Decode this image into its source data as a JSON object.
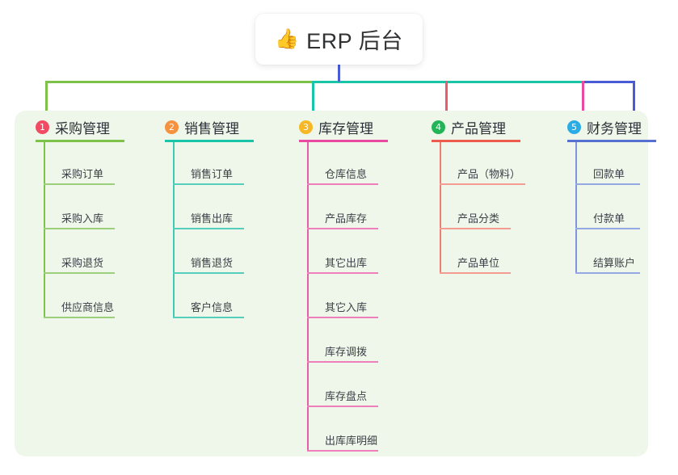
{
  "title": {
    "emoji": "👍",
    "emoji_name": "thumbs-up-icon",
    "text": "ERP 后台"
  },
  "colors": {
    "panel_bg": "#eef7e9",
    "card_bg": "#ffffff",
    "stem": "#4b5bd6",
    "bar_green": "#7ec24a",
    "bar_teal": "#19c5a8",
    "bar_blue": "#4b5bd6"
  },
  "columns": [
    {
      "index": "1",
      "badge_color": "#f24a63",
      "label": "采购管理",
      "rule_color": "#7ec24a",
      "spine_color": "#7ec24a",
      "item_rule_color": "#9ccf7a",
      "rule_width": 110,
      "item_rule_width": 88,
      "items": [
        {
          "label": "采购订单"
        },
        {
          "label": "采购入库"
        },
        {
          "label": "采购退货"
        },
        {
          "label": "供应商信息"
        }
      ]
    },
    {
      "index": "2",
      "badge_color": "#f6913d",
      "label": "销售管理",
      "rule_color": "#19c5a8",
      "spine_color": "#3ecbb4",
      "item_rule_color": "#55cfbc",
      "rule_width": 110,
      "item_rule_width": 88,
      "items": [
        {
          "label": "销售订单"
        },
        {
          "label": "销售出库"
        },
        {
          "label": "销售退货"
        },
        {
          "label": "客户信息"
        }
      ]
    },
    {
      "index": "3",
      "badge_color": "#f6b824",
      "label": "库存管理",
      "rule_color": "#ea4ba0",
      "spine_color": "#e55fa6",
      "item_rule_color": "#ef7fbb",
      "rule_width": 110,
      "item_rule_width": 88,
      "items": [
        {
          "label": "仓库信息"
        },
        {
          "label": "产品库存"
        },
        {
          "label": "其它出库"
        },
        {
          "label": "其它入库"
        },
        {
          "label": "库存调拨"
        },
        {
          "label": "库存盘点"
        },
        {
          "label": "出库库明细"
        }
      ]
    },
    {
      "index": "4",
      "badge_color": "#22b457",
      "label": "产品管理",
      "rule_color": "#ed5a4e",
      "spine_color": "#ef7d71",
      "item_rule_color": "#f49b92",
      "rule_width": 110,
      "item_rule_width": 106,
      "items": [
        {
          "label": "产品（物料）",
          "rule_width": 106
        },
        {
          "label": "产品分类",
          "rule_width": 88
        },
        {
          "label": "产品单位",
          "rule_width": 88
        }
      ]
    },
    {
      "index": "5",
      "badge_color": "#2aace4",
      "label": "财务管理",
      "rule_color": "#5570d0",
      "spine_color": "#7f96de",
      "item_rule_color": "#94a8e4",
      "rule_width": 110,
      "item_rule_width": 80,
      "items": [
        {
          "label": "回款单"
        },
        {
          "label": "付款单"
        },
        {
          "label": "结算账户"
        }
      ]
    }
  ]
}
